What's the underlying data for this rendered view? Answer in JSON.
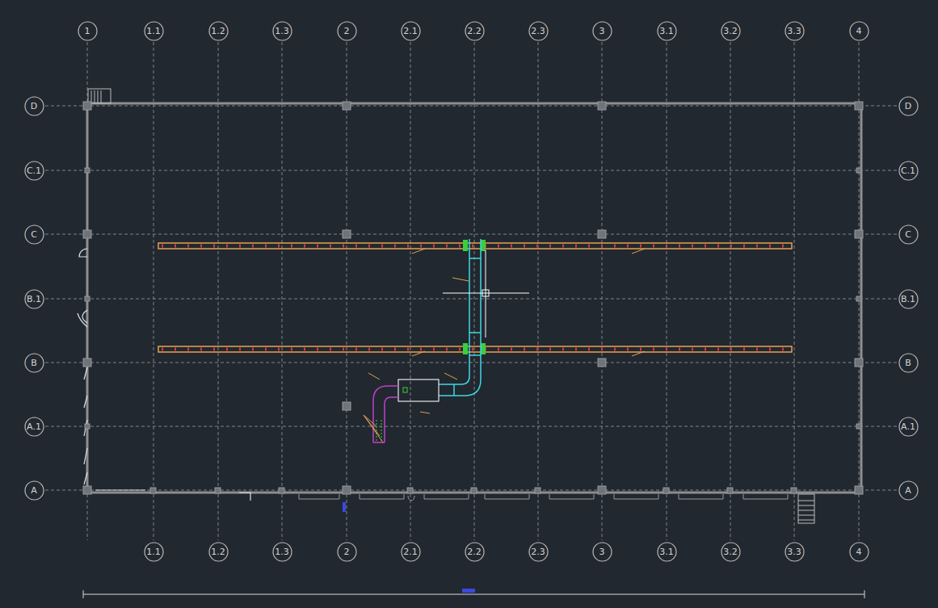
{
  "diagram": {
    "nodes": [
      {
        "text": [
          "1"
        ]
      },
      {
        "text": [
          "1.1"
        ]
      },
      {
        "text": [
          "1.2"
        ]
      },
      {
        "text": [
          "1.3"
        ]
      },
      {
        "text": [
          "2"
        ]
      },
      {
        "text": [
          "2.1"
        ]
      },
      {
        "text": [
          "2.2"
        ]
      },
      {
        "text": [
          "2.3"
        ]
      },
      {
        "text": [
          "3"
        ]
      },
      {
        "text": [
          "3.1"
        ]
      },
      {
        "text": [
          "3.2"
        ]
      },
      {
        "text": [
          "3.3"
        ]
      },
      {
        "text": [
          "4"
        ]
      },
      {
        "text": [
          "D"
        ]
      },
      {
        "text": [
          "D"
        ]
      },
      {
        "text": [
          "C.1"
        ]
      },
      {
        "text": [
          "C.1"
        ]
      },
      {
        "text": [
          "C"
        ]
      },
      {
        "text": [
          "C"
        ]
      },
      {
        "text": [
          "B.1"
        ]
      },
      {
        "text": [
          "B.1"
        ]
      },
      {
        "text": [
          "B"
        ]
      },
      {
        "text": [
          "B"
        ]
      },
      {
        "text": [
          "A.1"
        ]
      },
      {
        "text": [
          "A.1"
        ]
      },
      {
        "text": [
          "A"
        ]
      },
      {
        "text": [
          "A"
        ]
      },
      {
        "text": [
          "1.1"
        ]
      },
      {
        "text": [
          "1.2"
        ]
      },
      {
        "text": [
          "1.3"
        ]
      },
      {
        "text": [
          "2"
        ]
      },
      {
        "text": [
          "2.1"
        ]
      },
      {
        "text": [
          "2.2"
        ]
      },
      {
        "text": [
          "2.3"
        ]
      },
      {
        "text": [
          "3"
        ]
      },
      {
        "text": [
          "3.1"
        ]
      },
      {
        "text": [
          "3.2"
        ]
      },
      {
        "text": [
          "3.3"
        ]
      },
      {
        "text": [
          "4"
        ]
      }
    ]
  }
}
